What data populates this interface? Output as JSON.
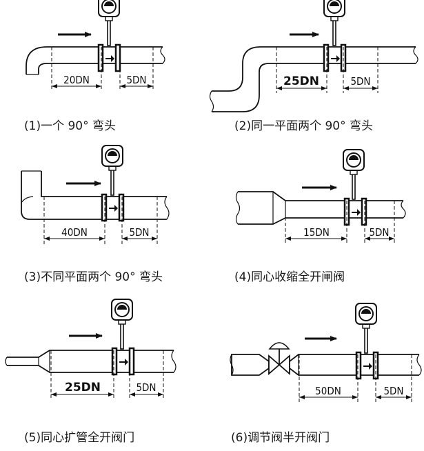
{
  "panels": [
    {
      "caption": "(1)一个 90° 弯头",
      "upstream": "20DN",
      "downstream": "5DN",
      "upstream_bold": false
    },
    {
      "caption": "(2)同一平面两个 90° 弯头",
      "upstream": "25DN",
      "downstream": "5DN",
      "upstream_bold": true
    },
    {
      "caption": "(3)不同平面两个 90° 弯头",
      "upstream": "40DN",
      "downstream": "5DN",
      "upstream_bold": false
    },
    {
      "caption": "(4)同心收缩全开闸阀",
      "upstream": "15DN",
      "downstream": "5DN",
      "upstream_bold": false
    },
    {
      "caption": "(5)同心扩管全开阀门",
      "upstream": "25DN",
      "downstream": "5DN",
      "upstream_bold": true
    },
    {
      "caption": "(6)调节阀半开阀门",
      "upstream": "50DN",
      "downstream": "5DN",
      "upstream_bold": false
    }
  ],
  "flow_arrow_icon": "flow-direction-arrow-icon",
  "meter_icon": "vortex-flowmeter-icon",
  "colors": {
    "ink": "#111111",
    "background": "#ffffff"
  }
}
